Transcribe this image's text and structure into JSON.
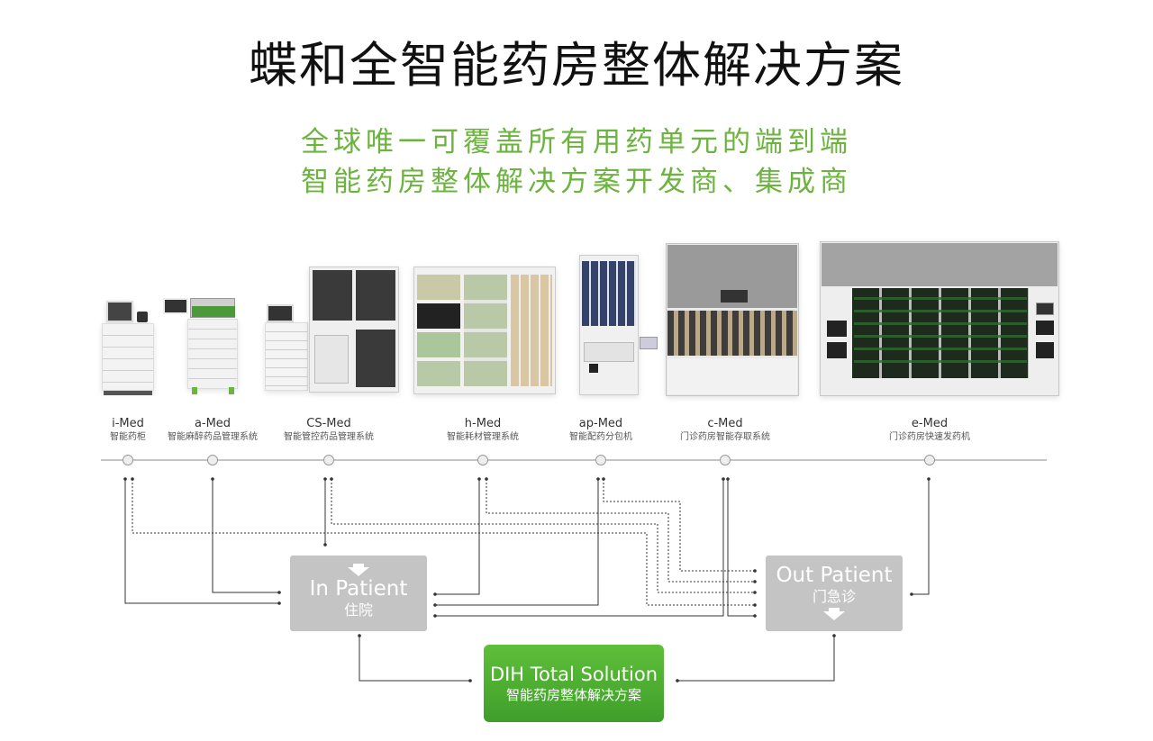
{
  "title": "蝶和全智能药房整体解决方案",
  "subtitle_line1": "全球唯一可覆盖所有用药单元的端到端",
  "subtitle_line2": "智能药房整体解决方案开发商、集成商",
  "products": [
    {
      "name": "i-Med",
      "desc": "智能药柜"
    },
    {
      "name": "a-Med",
      "desc": "智能麻醉药品管理系统"
    },
    {
      "name": "CS-Med",
      "desc": "智能管控药品管理系统"
    },
    {
      "name": "h-Med",
      "desc": "智能耗材管理系统"
    },
    {
      "name": "ap-Med",
      "desc": "智能配药分包机"
    },
    {
      "name": "c-Med",
      "desc": "门诊药房智能存取系统"
    },
    {
      "name": "e-Med",
      "desc": "门诊药房快速发药机"
    }
  ],
  "in_patient": {
    "en": "In Patient",
    "cn": "住院"
  },
  "out_patient": {
    "en": "Out Patient",
    "cn": "门急诊"
  },
  "dih": {
    "en": "DIH Total Solution",
    "cn": "智能药房整体解决方案"
  },
  "colors": {
    "accent_green": "#6cb33f",
    "node_gray": "#c4c4c4",
    "dih_green": "#4caf32"
  }
}
